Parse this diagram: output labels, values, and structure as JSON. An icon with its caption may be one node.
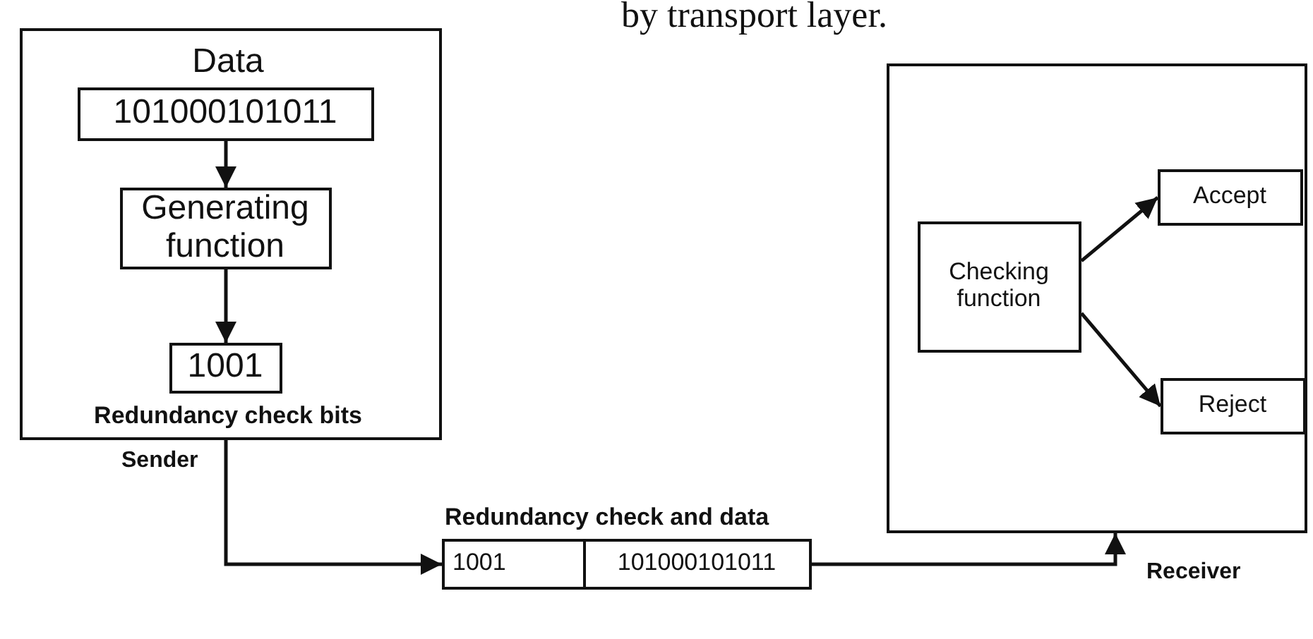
{
  "diagram": {
    "nodes": [
      {
        "text": [
          "Sender"
        ]
      },
      {
        "text": [
          "101000101011"
        ],
        "in": 0,
        "beside": [
          "Data"
        ]
      },
      {
        "text": [
          "Generating function"
        ],
        "in": 0
      },
      {
        "text": [
          "1001"
        ],
        "in": 0,
        "beside": [
          "Redundancy check bits"
        ]
      },
      {
        "text": [
          "Redundancy check and data"
        ]
      },
      {
        "text": [
          "1001"
        ],
        "in": 4
      },
      {
        "text": [
          "101000101011"
        ],
        "in": 4
      },
      {
        "text": [
          "Receiver"
        ]
      },
      {
        "text": [
          "Checking function"
        ],
        "in": 7
      },
      {
        "text": [
          "Accept"
        ],
        "in": 7
      },
      {
        "text": [
          "Reject"
        ],
        "in": 7
      }
    ],
    "edges": [
      {
        "from": 1,
        "to": 2,
        "arrow": "to"
      },
      {
        "from": 2,
        "to": 3,
        "arrow": "to"
      },
      {
        "from": 0,
        "to": 4,
        "arrow": "to"
      },
      {
        "from": 4,
        "to": 7,
        "arrow": "to"
      },
      {
        "from": 8,
        "to": 9,
        "arrow": "to"
      },
      {
        "from": 8,
        "to": 10,
        "arrow": "to"
      }
    ],
    "labels": [
      "by transport layer."
    ]
  }
}
